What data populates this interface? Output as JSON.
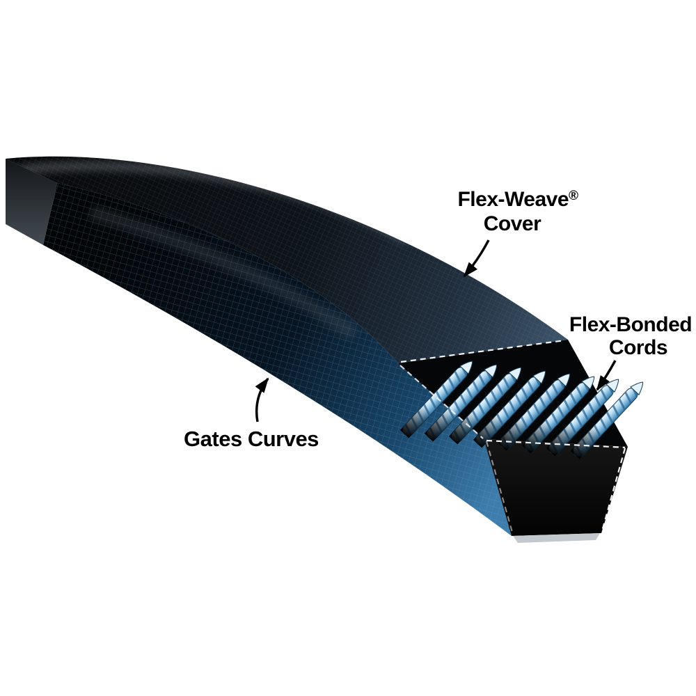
{
  "page": {
    "background_color": "#ffffff",
    "description_visible_text_only": true
  },
  "labels": {
    "flex_weave_line1": "Flex-Weave",
    "flex_weave_reg": "®",
    "flex_weave_line2": "Cover",
    "flex_bonded_line1": "Flex-Bonded",
    "flex_bonded_line2": "Cords",
    "gates_curves": "Gates Curves"
  },
  "colors": {
    "belt_black": "#0a0a0a",
    "cover_sheen_gray": "#8b929a",
    "side_face_blue": "#3d7cab",
    "cord_blue_light": "#aed7f0",
    "cord_blue_dark": "#3a749f",
    "cut_line_dash": "#ffffff",
    "label_text": "#000000",
    "arrow": "#000000"
  }
}
